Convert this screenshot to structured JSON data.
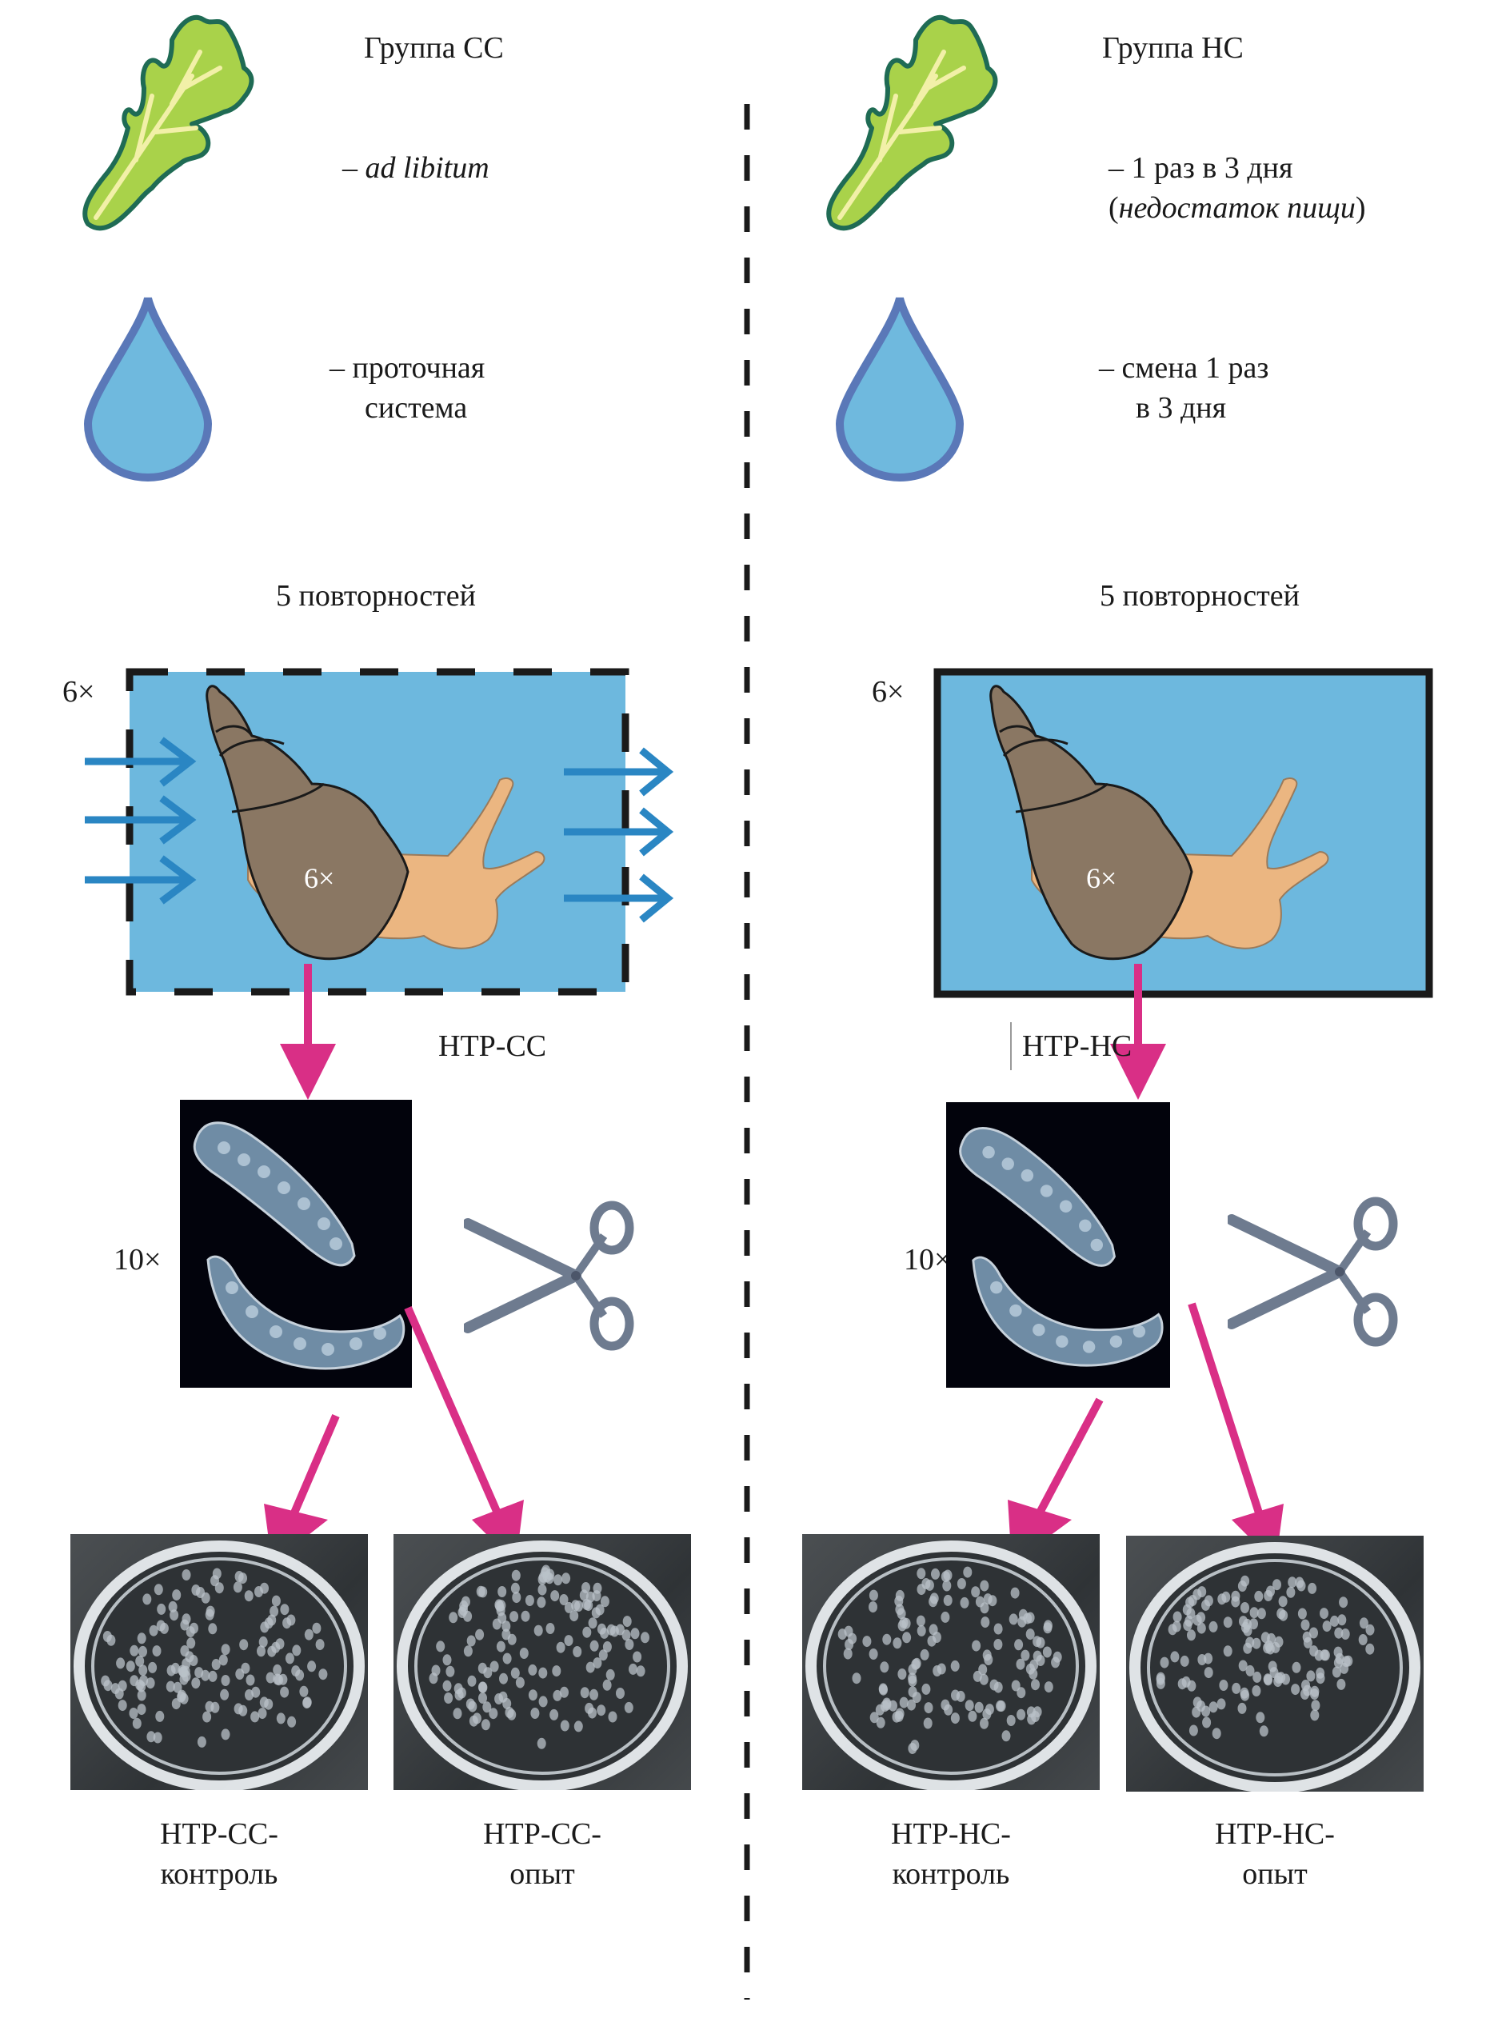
{
  "colors": {
    "leaf_fill": "#a9d24a",
    "leaf_outline": "#1f6b54",
    "leaf_vein": "#f2f0a8",
    "water_fill": "#6fb9de",
    "water_outline": "#5a78b8",
    "tank_water": "#6db8de",
    "shell": "#8a7763",
    "snail_body": "#ebb681",
    "flow_arrow": "#2a86c3",
    "pink_arrow": "#d92f86",
    "scissors": "#6e7b8f",
    "divider": "#1a1a1a",
    "ovary_bg": "#02030c",
    "dish_bg": "#3d4144"
  },
  "groups": [
    {
      "title": "Группа СС",
      "food_text": "– ad libitum",
      "food_text_italic": true,
      "water_text_lines": [
        "– проточная",
        "система"
      ],
      "replicates": "5 повторностей",
      "tank_multiplier": "6×",
      "snail_multiplier": "6×",
      "tank_border": "dashed",
      "flow_arrows_in": 3,
      "flow_arrows_out": 3,
      "sample_label": "НТР-СС",
      "ovary_multiplier": "10×",
      "dish_labels": [
        [
          "НТР-СС-",
          "контроль"
        ],
        [
          "НТР-СС-",
          "опыт"
        ]
      ]
    },
    {
      "title": "Группа НС",
      "food_text_line1": "– 1 раз в 3 дня",
      "food_text_line2_open": "(",
      "food_text_line2_italic": "недостаток пищи",
      "food_text_line2_close": ")",
      "water_text_lines": [
        "– смена 1 раз",
        "в 3 дня"
      ],
      "replicates": "5 повторностей",
      "tank_multiplier": "6×",
      "snail_multiplier": "6×",
      "tank_border": "solid",
      "sample_label": "НТР-НС",
      "ovary_multiplier": "10×",
      "dish_labels": [
        [
          "НТР-НС-",
          "контроль"
        ],
        [
          "НТР-НС-",
          "опыт"
        ]
      ]
    }
  ],
  "icons": [
    "lettuce-leaf-icon",
    "water-drop-icon",
    "snail-icon",
    "flow-arrow-icon",
    "scissors-icon",
    "down-arrow-icon",
    "petri-dish-photo",
    "egg-mass-photo"
  ]
}
